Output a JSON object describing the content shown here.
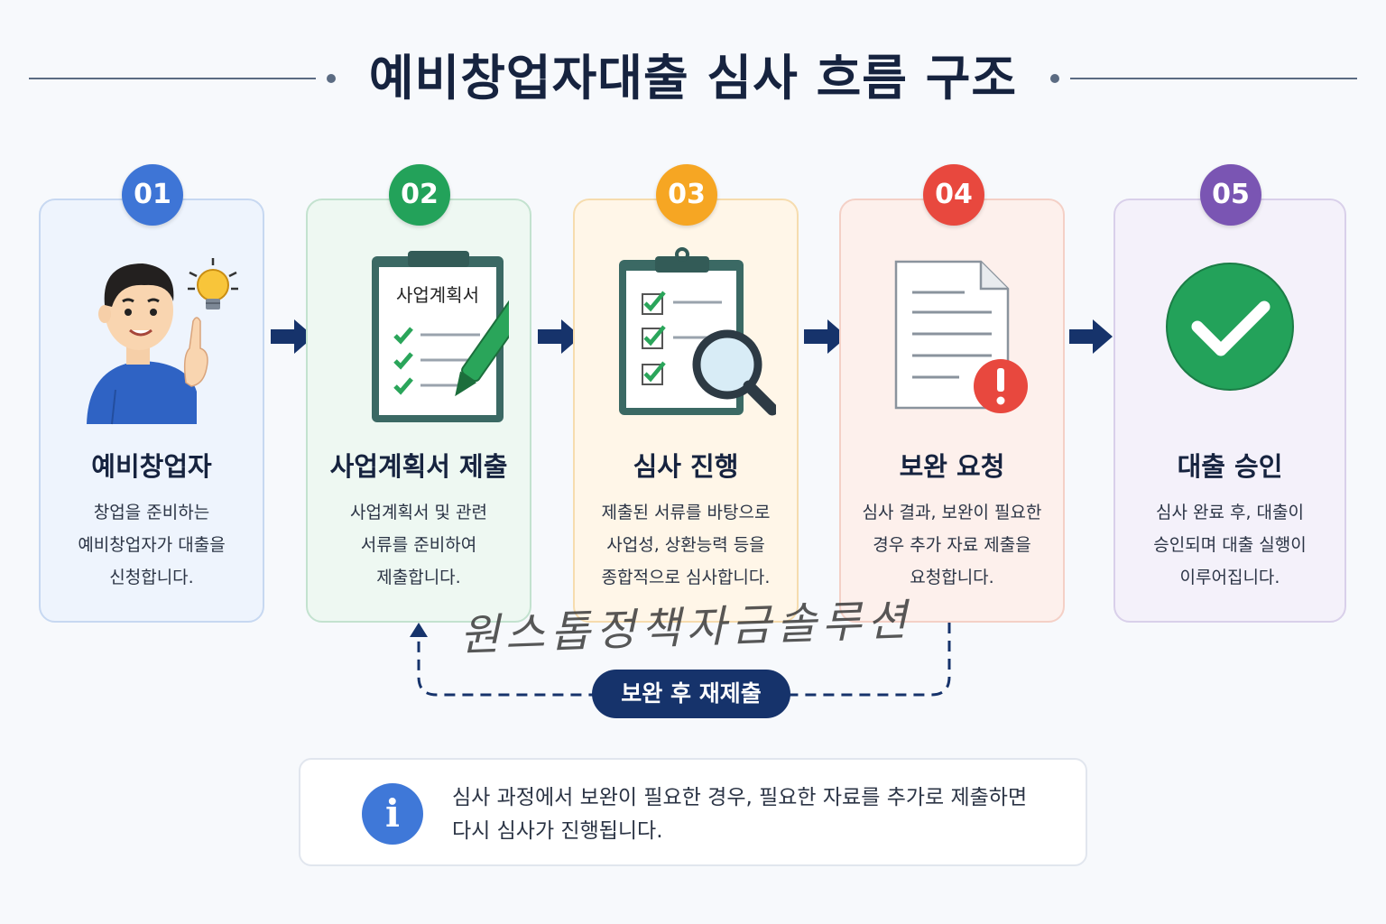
{
  "header": {
    "title": "예비창업자대출 심사 흐름 구조"
  },
  "steps": [
    {
      "number": "01",
      "title": "예비창업자",
      "desc": "창업을 준비하는\n예비창업자가 대출을\n신청합니다.",
      "color": "#3e75d6"
    },
    {
      "number": "02",
      "title": "사업계획서 제출",
      "desc": "사업계획서 및 관련\n서류를 준비하여\n제출합니다.",
      "color": "#23a25a",
      "doc_label": "사업계획서"
    },
    {
      "number": "03",
      "title": "심사 진행",
      "desc": "제출된 서류를 바탕으로\n사업성, 상환능력 등을\n종합적으로 심사합니다.",
      "color": "#f6a623"
    },
    {
      "number": "04",
      "title": "보완 요청",
      "desc": "심사 결과, 보완이 필요한\n경우 추가 자료 제출을\n요청합니다.",
      "color": "#e8483e"
    },
    {
      "number": "05",
      "title": "대출 승인",
      "desc": "심사 완료 후, 대출이\n승인되며 대출 실행이\n이루어집니다.",
      "color": "#7a55b3"
    }
  ],
  "loop": {
    "label": "보완 후 재제출"
  },
  "watermark": "원스톱정책자금솔루션",
  "info": {
    "line1": "심사 과정에서 보완이 필요한 경우, 필요한 자료를 추가로 제출하면",
    "line2": "다시 심사가 진행됩니다.",
    "icon": "info-icon"
  }
}
